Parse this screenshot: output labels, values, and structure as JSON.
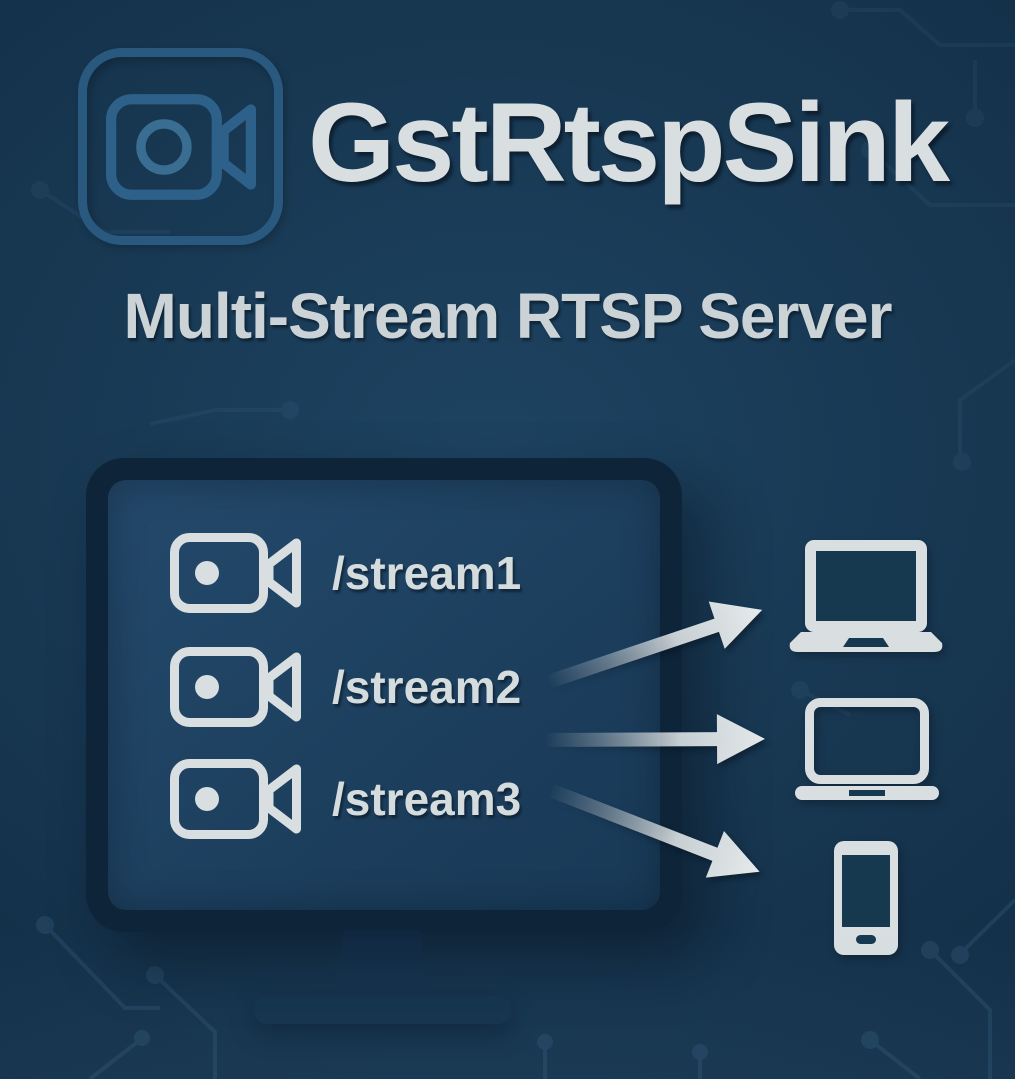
{
  "header": {
    "logo_icon": "video-camera-icon",
    "title": "GstRtspSink",
    "subtitle": "Multi-Stream RTSP Server"
  },
  "server": {
    "monitor_icon": "monitor-icon",
    "streams": [
      {
        "icon": "camera-icon",
        "path": "/stream1"
      },
      {
        "icon": "camera-icon",
        "path": "/stream2"
      },
      {
        "icon": "camera-icon",
        "path": "/stream3"
      }
    ]
  },
  "connections": {
    "arrow_icon": "arrow-right-icon",
    "arrow_count": 3
  },
  "clients": {
    "devices": [
      {
        "icon": "laptop-icon",
        "name": "laptop"
      },
      {
        "icon": "notebook-icon",
        "name": "notebook"
      },
      {
        "icon": "smartphone-icon",
        "name": "smartphone"
      }
    ]
  },
  "colors": {
    "background": "#17374F",
    "logo_stroke": "#2E618A",
    "title_text": "#D9DFE0",
    "subtitle_text": "#CBD3D6",
    "monitor_frame": "#0D2439",
    "monitor_screen": "#1F4565",
    "icon_light": "#D9DFE1",
    "stand": "#123048"
  }
}
